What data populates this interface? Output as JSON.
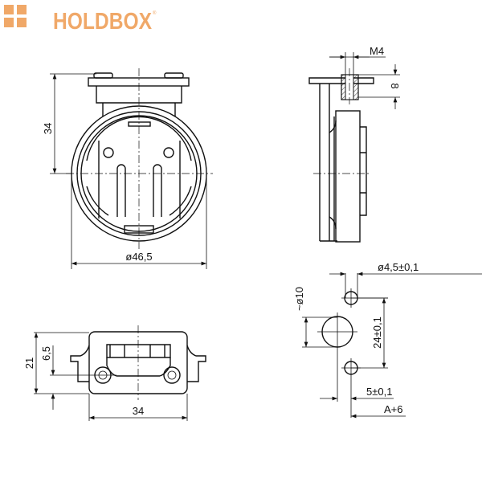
{
  "logo": {
    "text": "HOLDBOX",
    "mark": "®",
    "color": "#f0a868"
  },
  "front_view": {
    "height_label": "34",
    "diameter_label": "ø46,5"
  },
  "side_view": {
    "thread_label": "M4",
    "depth_label": "8"
  },
  "bottom_view": {
    "height_label": "21",
    "offset_label": "6,5",
    "width_label": "34"
  },
  "hole_pattern": {
    "small_hole_label": "ø4,5±0,1",
    "large_hole_label": "~ø10",
    "spacing_label": "24±0,1",
    "offset_label": "5±0,1",
    "thickness_label": "A+6"
  }
}
